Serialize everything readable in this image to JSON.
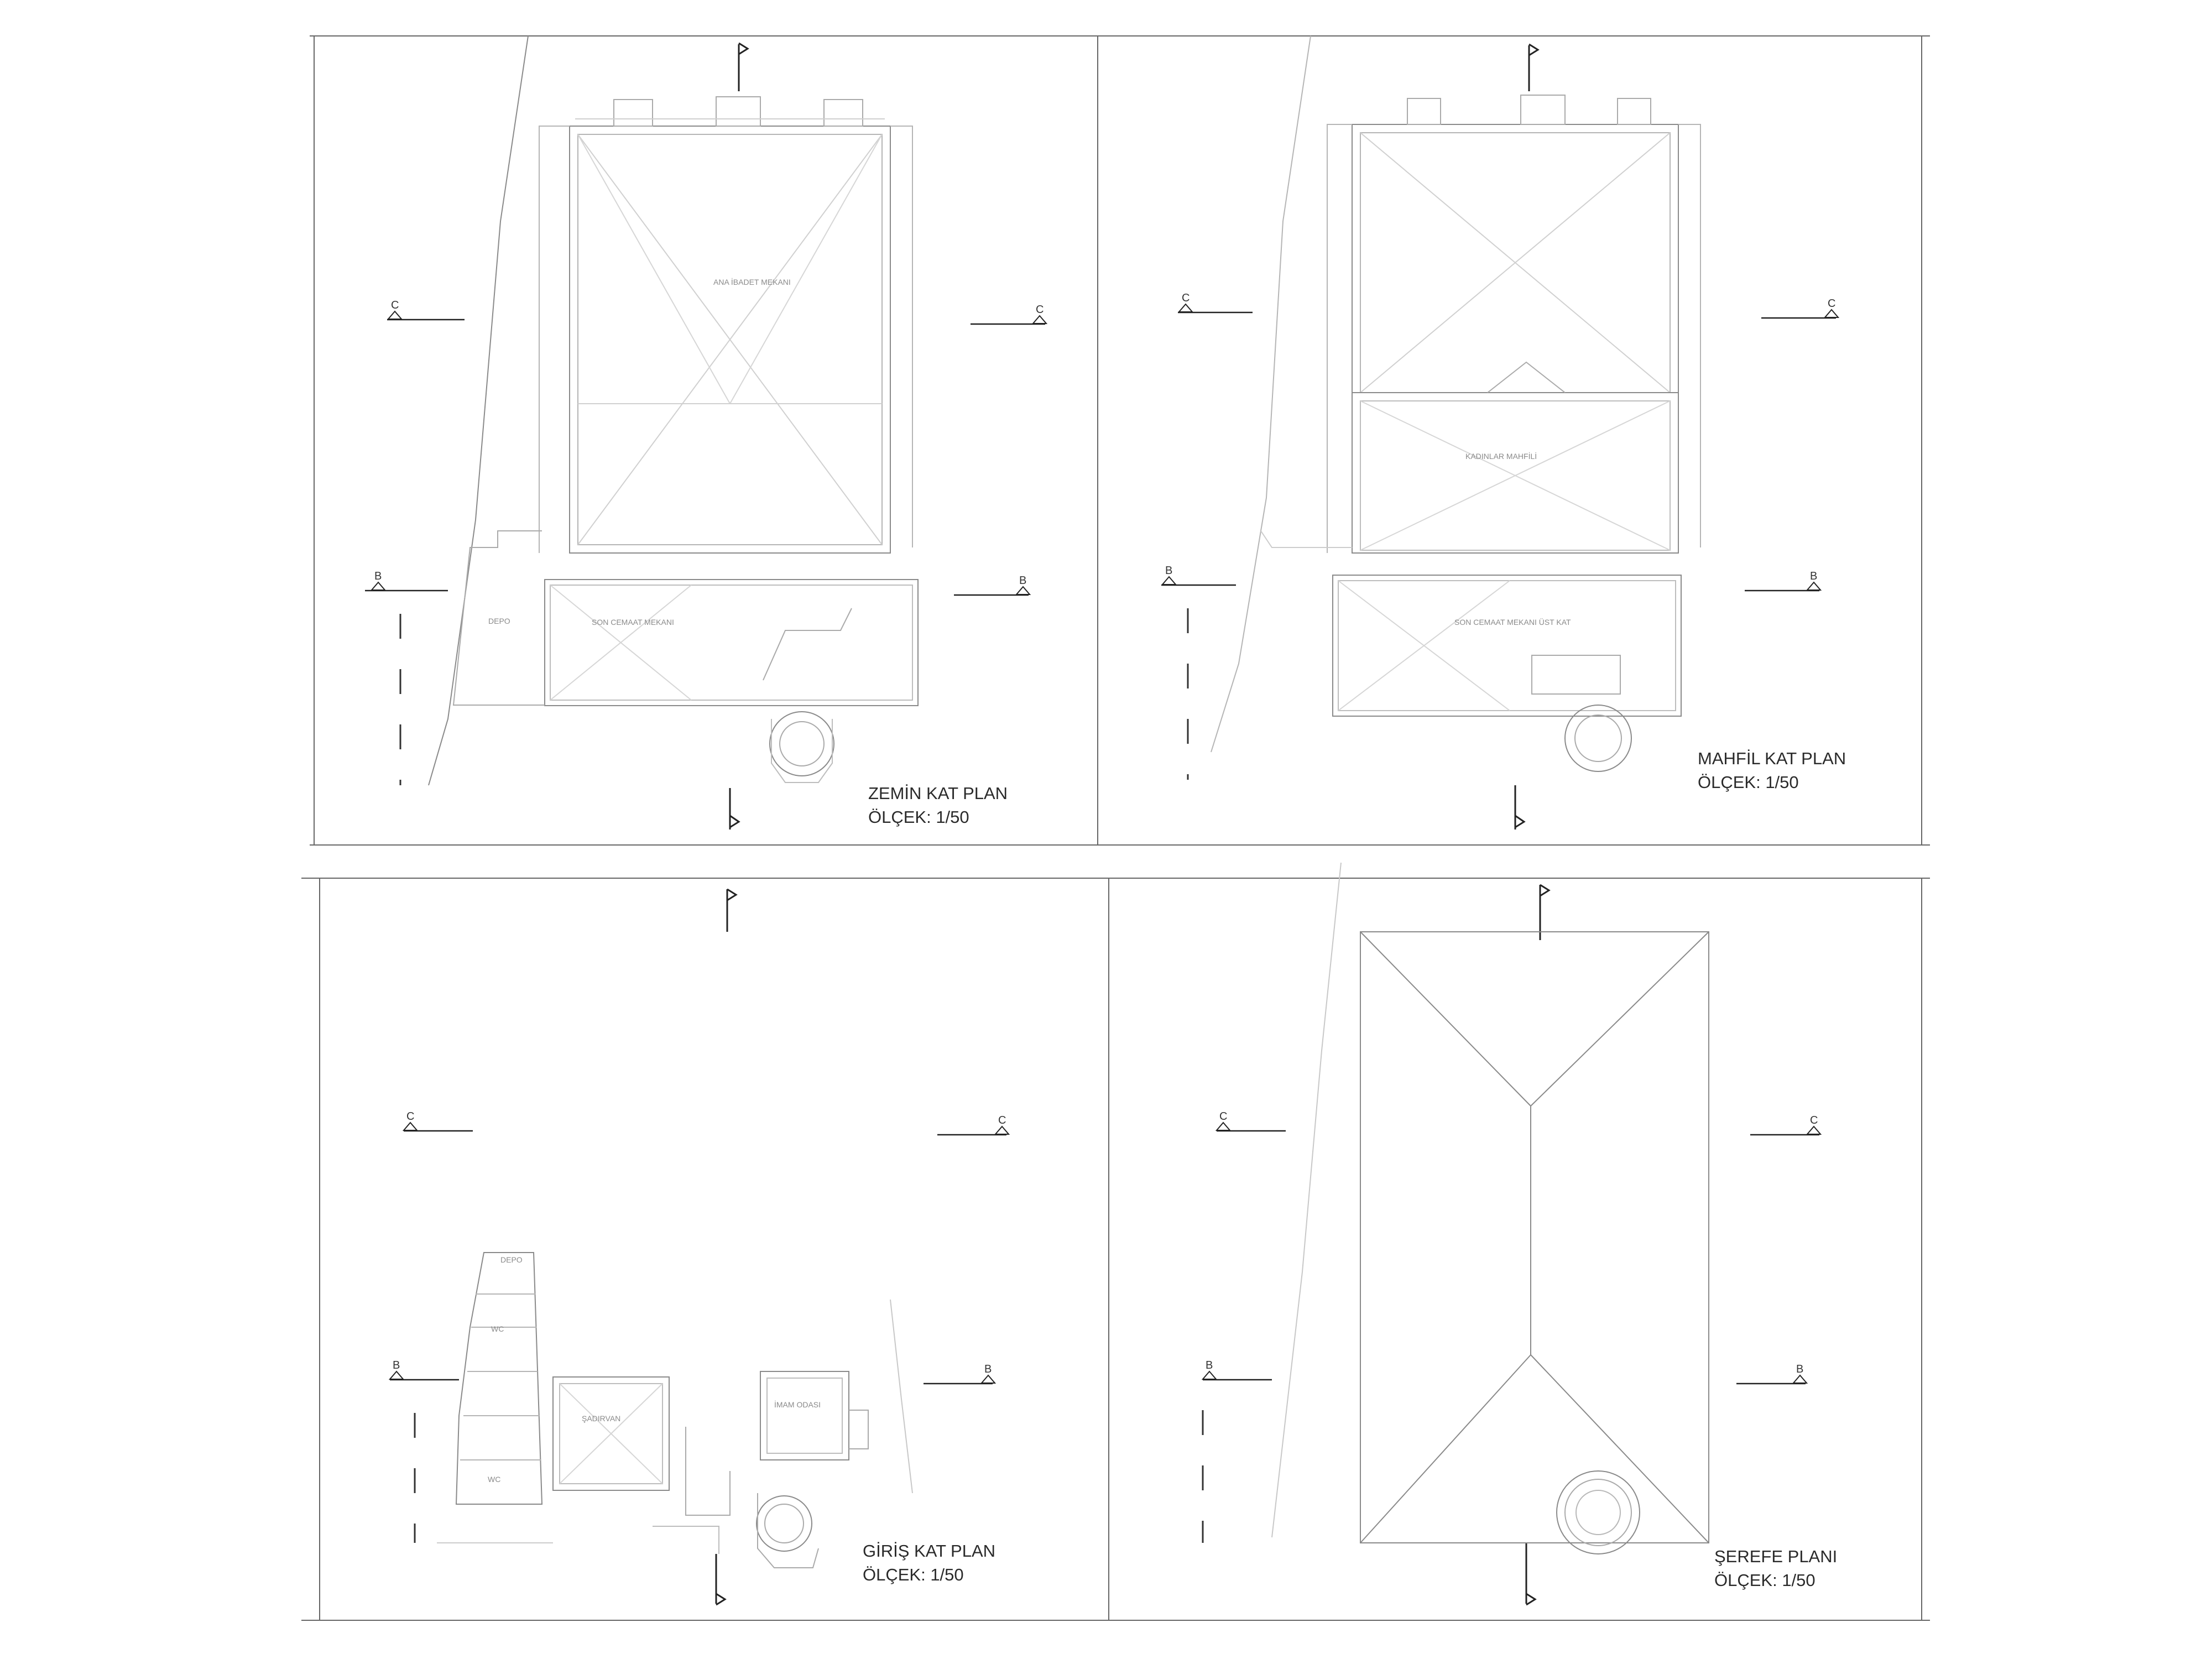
{
  "sheets": [
    {
      "title": "ZEMİN KAT PLAN",
      "scale": "ÖLÇEK: 1/50",
      "rooms": [
        "ANA İBADET MEKANI",
        "SON CEMAAT MEKANI",
        "DEPO"
      ]
    },
    {
      "title": "MAHFİL KAT PLAN",
      "scale": "ÖLÇEK: 1/50",
      "rooms": [
        "KADINLAR MAHFİLİ",
        "SON CEMAAT MEKANI ÜST KAT"
      ]
    },
    {
      "title": "GİRİŞ KAT PLAN",
      "scale": "ÖLÇEK: 1/50",
      "rooms": [
        "DEPO",
        "WC",
        "ŞADIRVAN",
        "İMAM ODASI",
        "WC"
      ]
    },
    {
      "title": "ŞEREFE PLANI",
      "scale": "ÖLÇEK: 1/50",
      "rooms": []
    }
  ],
  "section_marks": {
    "c": "C",
    "b": "B"
  },
  "colors": {
    "line": "#7a7a7a",
    "faint": "#c8c8c8",
    "text": "#333333",
    "border": "#555555"
  }
}
